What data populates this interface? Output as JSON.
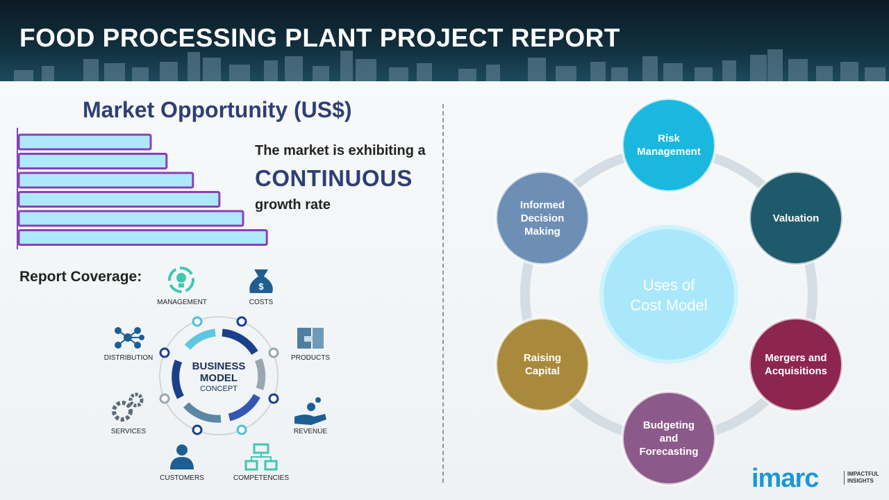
{
  "header": {
    "title": "FOOD PROCESSING PLANT PROJECT REPORT"
  },
  "market": {
    "title": "Market Opportunity (US$)",
    "bar_values": [
      0.5,
      0.56,
      0.66,
      0.76,
      0.85,
      0.94
    ],
    "growth_line1": "The market is exhibiting a",
    "growth_line2": "CONTINUOUS",
    "growth_line3": "growth rate"
  },
  "report_coverage": {
    "title": "Report Coverage:",
    "center_line1": "BUSINESS",
    "center_line2": "MODEL",
    "center_line3": "CONCEPT",
    "items": [
      {
        "label": "MANAGEMENT",
        "icon": "lightbulb-cycle-icon"
      },
      {
        "label": "COSTS",
        "icon": "money-bag-icon"
      },
      {
        "label": "PRODUCTS",
        "icon": "boxes-icon"
      },
      {
        "label": "REVENUE",
        "icon": "hand-coins-icon"
      },
      {
        "label": "COMPETENCIES",
        "icon": "hierarchy-icon"
      },
      {
        "label": "CUSTOMERS",
        "icon": "person-icon"
      },
      {
        "label": "SERVICES",
        "icon": "gears-icon"
      },
      {
        "label": "DISTRIBUTION",
        "icon": "network-icon"
      }
    ]
  },
  "cost_model": {
    "center_line1": "Uses of",
    "center_line2": "Cost Model",
    "nodes": [
      {
        "line1": "Risk",
        "line2": "Management",
        "line3": "",
        "color": "#1ab8df"
      },
      {
        "line1": "Valuation",
        "line2": "",
        "line3": "",
        "color": "#1f5a6c"
      },
      {
        "line1": "Mergers and",
        "line2": "Acquisitions",
        "line3": "",
        "color": "#8c2650"
      },
      {
        "line1": "Budgeting",
        "line2": "and",
        "line3": "Forecasting",
        "color": "#8c5a8a"
      },
      {
        "line1": "Raising",
        "line2": "Capital",
        "line3": "",
        "color": "#a98a3c"
      },
      {
        "line1": "Informed",
        "line2": "Decision",
        "line3": "Making",
        "color": "#6d8fb6"
      }
    ]
  },
  "logo": {
    "name": "imarc",
    "tagline1": "IMPACTFUL",
    "tagline2": "INSIGHTS"
  },
  "colors": {
    "bar_fill": "#aee9fb",
    "bar_stroke": "#8a3fb8",
    "title_navy": "#2e3f73"
  }
}
